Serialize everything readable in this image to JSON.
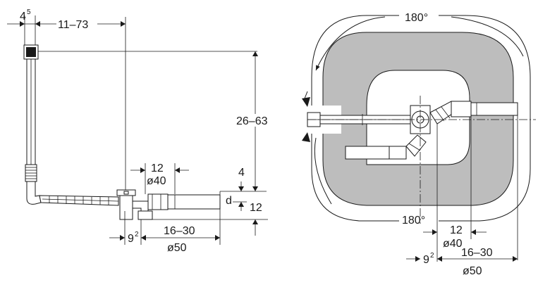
{
  "side_view": {
    "dims": {
      "top_left_base": "4",
      "top_left_sup": "5",
      "top_span": "11–73",
      "height_range": "26–63",
      "pipe_12": "12",
      "pipe_d40": "ø40",
      "right_4": "4",
      "right_d": "d",
      "right_12": "12",
      "bottom_9_base": "9",
      "bottom_9_sup": "2",
      "bottom_range": "16–30",
      "bottom_d50": "ø50"
    }
  },
  "top_view": {
    "dims": {
      "rotation_top": "180°",
      "rotation_bottom": "180°",
      "pipe_12": "12",
      "pipe_d40": "ø40",
      "bottom_9_base": "9",
      "bottom_9_sup": "2",
      "bottom_range": "16–30",
      "bottom_d50": "ø50"
    }
  },
  "colors": {
    "line": "#1a1a1a",
    "hatch_fill": "#bdbdbd",
    "background": "#ffffff"
  }
}
